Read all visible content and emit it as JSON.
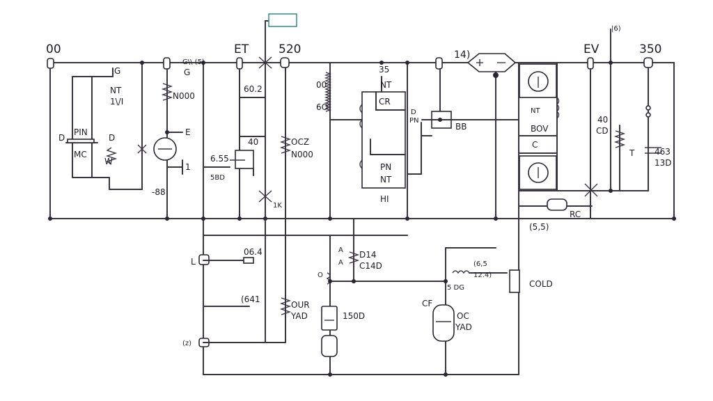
{
  "colors": {
    "wire": "#3a3440",
    "ink": "#1e1a24",
    "tag_border": "#2e8f86",
    "background": "#ffffff"
  },
  "top_labels": {
    "t_00": "00",
    "t_et": "ET",
    "t_520": "520",
    "t_14": "14)",
    "t_ev": "EV",
    "t_350": "350",
    "t_6top": "|6)"
  },
  "labels": {
    "l_g1": "G",
    "l_sw_top": "G\\\\ (5)",
    "l_g2": "G",
    "l_nt_left": "NT",
    "l_1m": "1\\/I",
    "l_n000": "N000",
    "l_e": "E",
    "l_1": "1",
    "l_pin": "PIN",
    "l_d1": "D",
    "l_d2": "D",
    "l_mc": "MC",
    "l_w": "W",
    "l_88": "-88",
    "l_602": "60.2",
    "l_40": "40",
    "l_655": "6.55",
    "l_5bd": "5BD",
    "l_ocz": "OCZ",
    "l_n000b": "N000",
    "l_1k": "1K",
    "l_00": "00",
    "l_6o": "6O",
    "l_35": "35",
    "l_nt_ic": "NT",
    "l_cr": "CR",
    "l_d_ic": "D",
    "l_pn_small": "PN",
    "l_bb": "BB",
    "l_pn": "PN",
    "l_nt_ic2": "NT",
    "l_hi": "HI",
    "l_nt_box": "NT",
    "l_bov": "BOV",
    "l_c_box": "C",
    "l_40c": "40",
    "l_cd": "CD",
    "l_t": "T",
    "l_463": "463",
    "l_13d": "13D",
    "l_rc": "RC",
    "l_55": "(5,5)",
    "l_l": "L",
    "l_064": "06.4",
    "l_641": "(641",
    "l_z": "(z)",
    "l_our": "OUR",
    "l_yad": "YAD",
    "l_a": "A",
    "l_a2": "A",
    "l_d14": "D14",
    "l_c14d": "C14D",
    "l_o": "O",
    "l_150d": "150D",
    "l_65": "(6,5",
    "l_124": "12.4)",
    "l_5dg": "5 DG",
    "l_cold": "COLD",
    "l_cf": "CF",
    "l_oc": "OC",
    "l_yad2": "YAD"
  }
}
